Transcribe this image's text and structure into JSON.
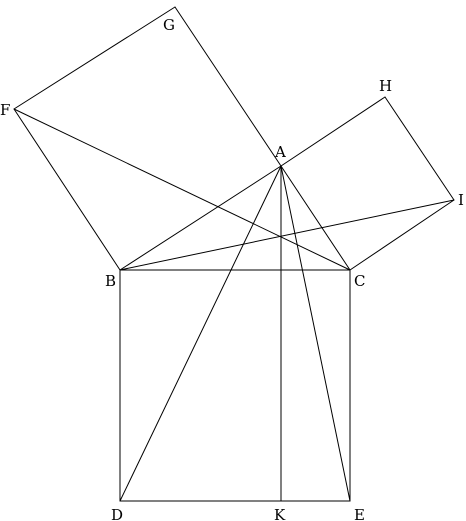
{
  "diagram": {
    "labels": {
      "A": "A",
      "B": "B",
      "C": "C",
      "D": "D",
      "E": "E",
      "F": "F",
      "G": "G",
      "H": "H",
      "I": "I",
      "K": "K"
    },
    "segments": [
      [
        "B",
        "C"
      ],
      [
        "C",
        "E"
      ],
      [
        "E",
        "D"
      ],
      [
        "D",
        "B"
      ],
      [
        "A",
        "B"
      ],
      [
        "A",
        "C"
      ],
      [
        "B",
        "F"
      ],
      [
        "F",
        "G"
      ],
      [
        "G",
        "A"
      ],
      [
        "A",
        "H"
      ],
      [
        "H",
        "I"
      ],
      [
        "I",
        "C"
      ],
      [
        "F",
        "C"
      ],
      [
        "B",
        "I"
      ],
      [
        "A",
        "D"
      ],
      [
        "A",
        "E"
      ],
      [
        "A",
        "K"
      ]
    ],
    "line_color": "#000000",
    "background_color": "#ffffff"
  }
}
